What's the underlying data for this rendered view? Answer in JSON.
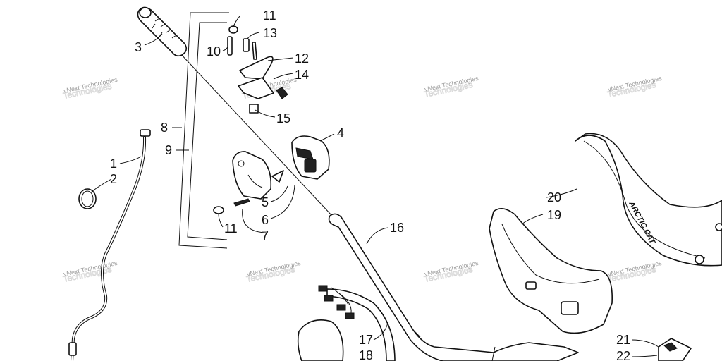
{
  "labels": {
    "l1": "1",
    "l2": "2",
    "l3": "3",
    "l4": "4",
    "l5": "5",
    "l6": "6",
    "l7": "7",
    "l8": "8",
    "l9": "9",
    "l10": "10",
    "l11a": "11",
    "l11b": "11",
    "l12": "12",
    "l13": "13",
    "l14": "14",
    "l15": "15",
    "l16": "16",
    "l17": "17",
    "l18": "18",
    "l19": "19",
    "l20": "20",
    "l21": "21",
    "l22": "22"
  },
  "watermark": {
    "text": "vNext Technologies",
    "tiles": [
      "wm1",
      "wm2",
      "wm3",
      "wm4",
      "wm5",
      "wm6",
      "wm7",
      "wm8"
    ]
  },
  "seat_logo": "ARCTIC CAT"
}
